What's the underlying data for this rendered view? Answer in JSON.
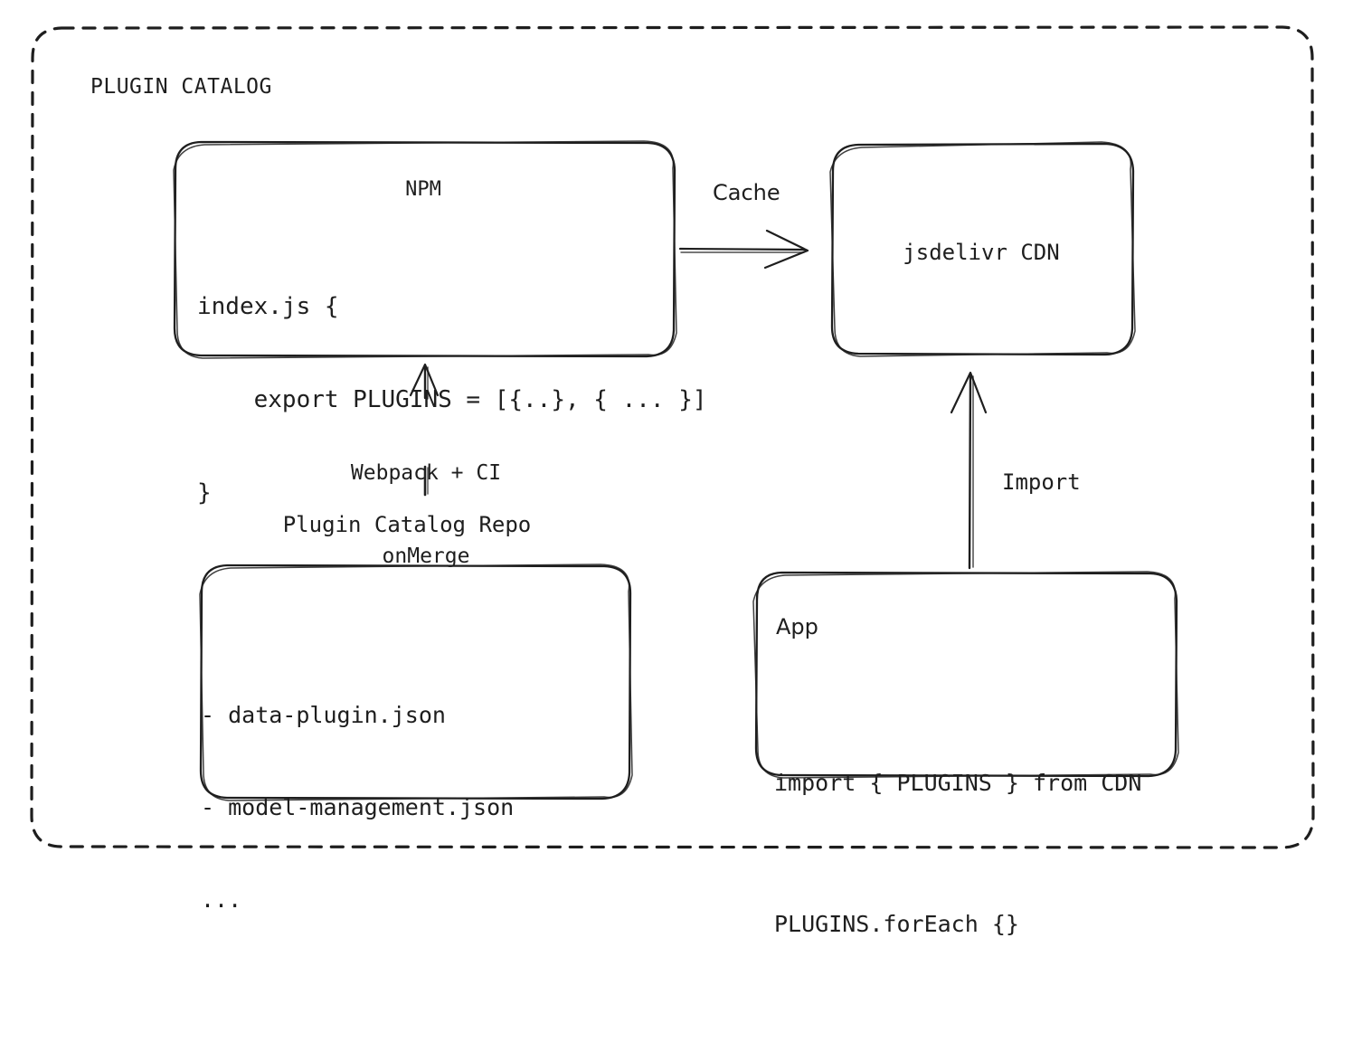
{
  "frame": {
    "title": "PLUGIN CATALOG",
    "border_style": "dashed",
    "stroke_color": "#1e1e1e"
  },
  "palette": {
    "stroke": "#1e1e1e",
    "text": "#1e1e1e",
    "background": "#ffffff"
  },
  "nodes": {
    "npm": {
      "title": "NPM",
      "code_line_1": "index.js {",
      "code_line_2": "    export PLUGINS = [{..}, { ... }]",
      "code_line_3": "}"
    },
    "cdn": {
      "title": "jsdelivr CDN"
    },
    "repo": {
      "label": "Plugin Catalog Repo",
      "item_1": "- data-plugin.json",
      "item_2": "- model-management.json",
      "item_3": "..."
    },
    "app": {
      "title": "App",
      "code_line_1": "import { PLUGINS } from CDN",
      "code_line_2": "PLUGINS.forEach {}"
    }
  },
  "edges": {
    "npm_to_cdn": {
      "label": "Cache",
      "direction": "right"
    },
    "repo_to_npm": {
      "label_line_1": "Webpack + CI",
      "label_line_2": "onMerge",
      "direction": "up"
    },
    "app_to_cdn": {
      "label": "Import",
      "direction": "up"
    }
  }
}
